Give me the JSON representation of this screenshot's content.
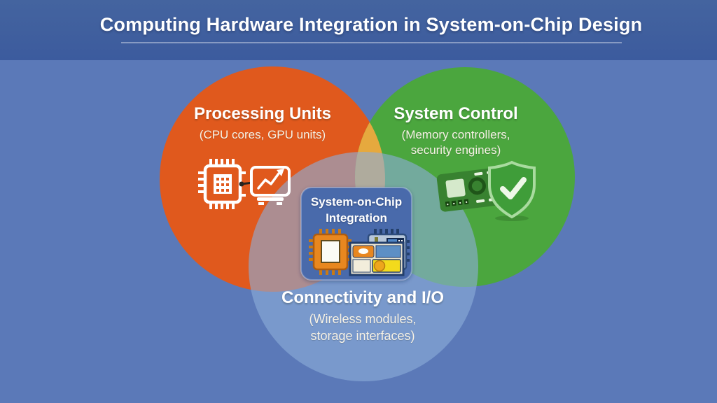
{
  "title": {
    "text": "Computing Hardware Integration in System-on-Chip Design"
  },
  "colors": {
    "background": "#5b79b8",
    "header_band": "#3e5da0",
    "processing_circle": "#e0591d",
    "system_control_circle": "#4ba63e",
    "overlap_gold": "#e6a93e",
    "connectivity_circle": "#8cacd8",
    "center_box": "#4a6aab"
  },
  "venn": {
    "processing": {
      "title": "Processing Units",
      "subtitle": "(CPU cores, GPU units)",
      "icons": [
        "cpu-chip-icon",
        "performance-monitor-icon"
      ]
    },
    "system_control": {
      "title": "System Control",
      "subtitle_line1": "(Memory controllers,",
      "subtitle_line2": "security engines)",
      "icons": [
        "circuit-board-icon",
        "security-shield-icon"
      ]
    },
    "connectivity": {
      "title": "Connectivity and I/O",
      "subtitle_line1": "(Wireless modules,",
      "subtitle_line2": "storage interfaces)"
    },
    "center": {
      "title_line1": "System-on-Chip",
      "title_line2": "Integration",
      "icons": [
        "soc-chip-icon",
        "soc-module-icon"
      ]
    }
  }
}
